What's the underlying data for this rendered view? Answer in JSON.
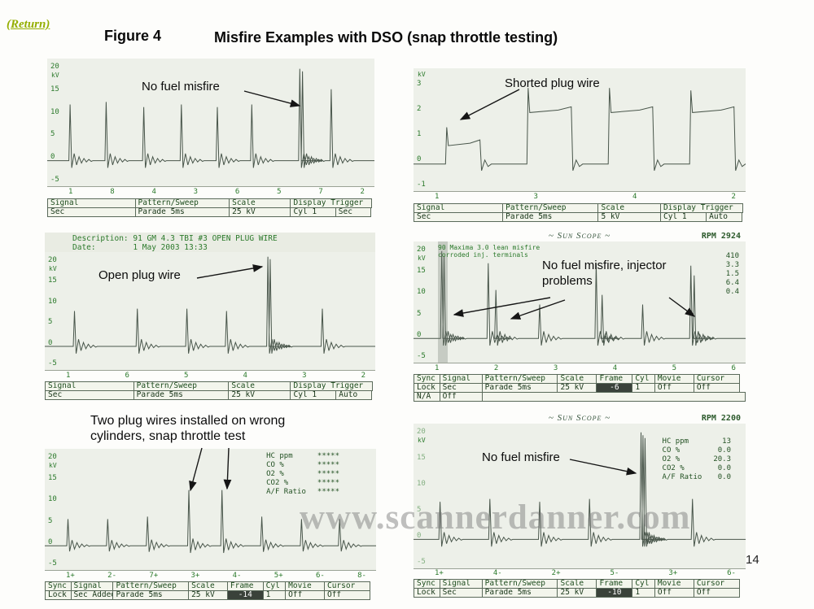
{
  "page": {
    "return_link": "(Return)",
    "figure_label": "Figure 4",
    "title": "Misfire Examples with DSO (snap throttle testing)",
    "watermark": "www.scannerdanner.com",
    "page_number": "14"
  },
  "panels": [
    {
      "name": "no-fuel-misfire-v8",
      "annotation": "No fuel misfire",
      "y_unit": "kV",
      "y_labels": [
        "20",
        "15",
        "10",
        "5",
        "0",
        "-5"
      ],
      "cyl_labels": [
        "1",
        "8",
        "4",
        "3",
        "6",
        "5",
        "7",
        "2"
      ],
      "status_r1": [
        "Signal",
        "Pattern/Sweep",
        "Scale",
        "Display Trigger"
      ],
      "status_r2": [
        "Sec",
        "Parade 5ms",
        "25 kV",
        "Cyl 1",
        "Sec"
      ],
      "wave": {
        "base": 0.8,
        "spikes": [
          {
            "x": 0.07,
            "h": 0.44
          },
          {
            "x": 0.18,
            "h": 0.46
          },
          {
            "x": 0.295,
            "h": 0.42
          },
          {
            "x": 0.41,
            "h": 0.44
          },
          {
            "x": 0.52,
            "h": 0.42
          },
          {
            "x": 0.625,
            "h": 0.44
          },
          {
            "x": 0.772,
            "h": 0.72
          },
          {
            "x": 0.78,
            "h": 0.7
          },
          {
            "x": 0.868,
            "h": 0.56
          }
        ]
      }
    },
    {
      "name": "shorted-plug-wire",
      "annotation": "Shorted plug wire",
      "y_unit": "kV",
      "y_labels": [
        "3",
        "2",
        "1",
        "0",
        "-1"
      ],
      "cyl_labels": [
        "1",
        "3",
        "4",
        "2"
      ],
      "status_r1": [
        "Signal",
        "Pattern/Sweep",
        "Scale",
        "Display Trigger"
      ],
      "status_r2": [
        "Sec",
        "Parade 5ms",
        "5 kV",
        "Cyl 1",
        "Auto"
      ],
      "wave": {
        "base": 0.78,
        "spikes": [
          {
            "x": 0.1,
            "h": 0.3,
            "p": 0.15,
            "pw": 0.1
          },
          {
            "x": 0.345,
            "h": 0.62,
            "p": 0.42,
            "pw": 0.13
          },
          {
            "x": 0.59,
            "h": 0.62,
            "p": 0.42,
            "pw": 0.13
          },
          {
            "x": 0.835,
            "h": 0.6,
            "p": 0.42,
            "pw": 0.13
          }
        ]
      }
    },
    {
      "name": "open-plug-wire",
      "desc_line1": "Description: 91 GM 4.3 TBI #3 OPEN PLUG WIRE",
      "desc_line2": "Date:        1 May 2003 13:33",
      "annotation": "Open plug wire",
      "y_unit": "kV",
      "y_labels": [
        "20",
        "15",
        "10",
        "5",
        "0",
        "-5"
      ],
      "cyl_labels": [
        "1",
        "6",
        "5",
        "4",
        "3",
        "2"
      ],
      "status_r1": [
        "Signal",
        "Pattern/Sweep",
        "Scale",
        "Display Trigger"
      ],
      "status_r2": [
        "Sec",
        "Parade 5ms",
        "25 kV",
        "Cyl 1",
        "Auto"
      ],
      "wave": {
        "base": 0.8,
        "spikes": [
          {
            "x": 0.09,
            "h": 0.3
          },
          {
            "x": 0.28,
            "h": 0.32
          },
          {
            "x": 0.43,
            "h": 0.32
          },
          {
            "x": 0.55,
            "h": 0.3
          },
          {
            "x": 0.675,
            "h": 0.76
          },
          {
            "x": 0.682,
            "h": 0.74
          },
          {
            "x": 0.84,
            "h": 0.32
          }
        ]
      }
    },
    {
      "name": "lean-misfire-injector-problems",
      "scope_header": "~ Sun Scope ~",
      "rpm": "RPM 2924",
      "note_line1": "90 Maxima 3.0 lean misfire",
      "note_line2": "corroded inj. terminals",
      "readings_values": [
        "410",
        "3.3",
        "1.5",
        "6.4",
        "0.4"
      ],
      "annotation_line1": "No fuel misfire, injector",
      "annotation_line2": "problems",
      "y_unit": "kV",
      "y_labels": [
        "20",
        "15",
        "10",
        "5",
        "0",
        "-5"
      ],
      "cyl_labels": [
        "1",
        "2",
        "3",
        "4",
        "5",
        "6"
      ],
      "status_r1": [
        "Sync",
        "Signal",
        "Pattern/Sweep",
        "Scale",
        "Frame",
        "Cyl",
        "Movie",
        "Cursor"
      ],
      "status_r2": [
        "Lock",
        "Sec",
        "Parade 5ms",
        "25 kV",
        "-6",
        "1",
        "Off",
        "Off"
      ],
      "status_r3": [
        "N/A",
        "Off"
      ],
      "wave": {
        "base": 0.8,
        "spikes": [
          {
            "x": 0.085,
            "h": 0.72
          },
          {
            "x": 0.092,
            "h": 0.68
          },
          {
            "x": 0.225,
            "h": 0.62
          },
          {
            "x": 0.248,
            "h": 0.4
          },
          {
            "x": 0.38,
            "h": 0.28
          },
          {
            "x": 0.55,
            "h": 0.62
          },
          {
            "x": 0.568,
            "h": 0.36
          },
          {
            "x": 0.69,
            "h": 0.28
          },
          {
            "x": 0.835,
            "h": 0.6
          },
          {
            "x": 0.845,
            "h": 0.52
          }
        ]
      }
    },
    {
      "name": "crossed-plug-wires",
      "annotation_line1": "Two plug wires installed on wrong",
      "annotation_line2": "cylinders, snap throttle test",
      "readings_labels": [
        "HC ppm",
        "CO %",
        "O2 %",
        "CO2 %",
        "A/F Ratio"
      ],
      "readings_values": [
        "*****",
        "*****",
        "*****",
        "*****",
        "*****"
      ],
      "y_unit": "kV",
      "y_labels": [
        "20",
        "15",
        "10",
        "5",
        "0",
        "-5"
      ],
      "cyl_labels": [
        "1+",
        "2-",
        "7+",
        "3+",
        "4-",
        "5+",
        "6-",
        "8-"
      ],
      "status_r1": [
        "Sync",
        "Signal",
        "Pattern/Sweep",
        "Scale",
        "Frame",
        "Cyl",
        "Movie",
        "Cursor"
      ],
      "status_r2": [
        "Lock",
        "Sec Added",
        "Parade 5ms",
        "25 kV",
        "-14",
        "1",
        "Off",
        "Off"
      ],
      "wave": {
        "base": 0.8,
        "spikes": [
          {
            "x": 0.07,
            "h": 0.22
          },
          {
            "x": 0.19,
            "h": 0.22
          },
          {
            "x": 0.31,
            "h": 0.24
          },
          {
            "x": 0.435,
            "h": 0.46
          },
          {
            "x": 0.535,
            "h": 0.46
          },
          {
            "x": 0.655,
            "h": 0.24
          },
          {
            "x": 0.775,
            "h": 0.22
          },
          {
            "x": 0.89,
            "h": 0.22
          }
        ]
      }
    },
    {
      "name": "no-fuel-misfire-v6",
      "scope_header": "~ Sun Scope ~",
      "rpm": "RPM 2200",
      "readings_labels": [
        "HC ppm",
        "CO %",
        "O2 %",
        "CO2 %",
        "A/F Ratio"
      ],
      "readings_values": [
        "13",
        "0.0",
        "20.3",
        "0.0",
        "0.0"
      ],
      "annotation": "No fuel misfire",
      "y_unit": "kV",
      "y_labels": [
        "20",
        "15",
        "10",
        "5",
        "0",
        "-5"
      ],
      "cyl_labels": [
        "1+",
        "4-",
        "2+",
        "5-",
        "3+",
        "6-"
      ],
      "status_r1": [
        "Sync",
        "Signal",
        "Pattern/Sweep",
        "Scale",
        "Frame",
        "Cyl",
        "Movie",
        "Cursor"
      ],
      "status_r2": [
        "Lock",
        "Sec",
        "Parade 5ms",
        "25 kV",
        "-10",
        "1",
        "Off",
        "Off"
      ],
      "wave": {
        "base": 0.8,
        "spikes": [
          {
            "x": 0.08,
            "h": 0.26
          },
          {
            "x": 0.23,
            "h": 0.28
          },
          {
            "x": 0.38,
            "h": 0.26
          },
          {
            "x": 0.53,
            "h": 0.28
          },
          {
            "x": 0.685,
            "h": 0.74
          },
          {
            "x": 0.691,
            "h": 0.72
          },
          {
            "x": 0.697,
            "h": 0.7
          },
          {
            "x": 0.84,
            "h": 0.28
          }
        ]
      }
    }
  ]
}
